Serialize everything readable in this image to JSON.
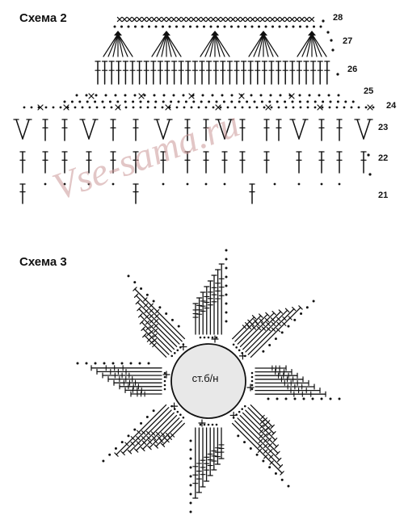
{
  "scheme2": {
    "title": "Схема 2",
    "rows": [
      {
        "label": "28"
      },
      {
        "label": "27"
      },
      {
        "label": "26"
      },
      {
        "label": "25"
      },
      {
        "label": "24"
      },
      {
        "label": "23"
      },
      {
        "label": "22"
      },
      {
        "label": "21"
      }
    ]
  },
  "scheme3": {
    "title": "Схема 3",
    "center_label": "ст.б/н",
    "petals": 8
  },
  "watermark": "Vse-sama.ru",
  "colors": {
    "ink": "#111111",
    "circle_fill": "#e8e8e8",
    "watermark": "#cc9999"
  }
}
